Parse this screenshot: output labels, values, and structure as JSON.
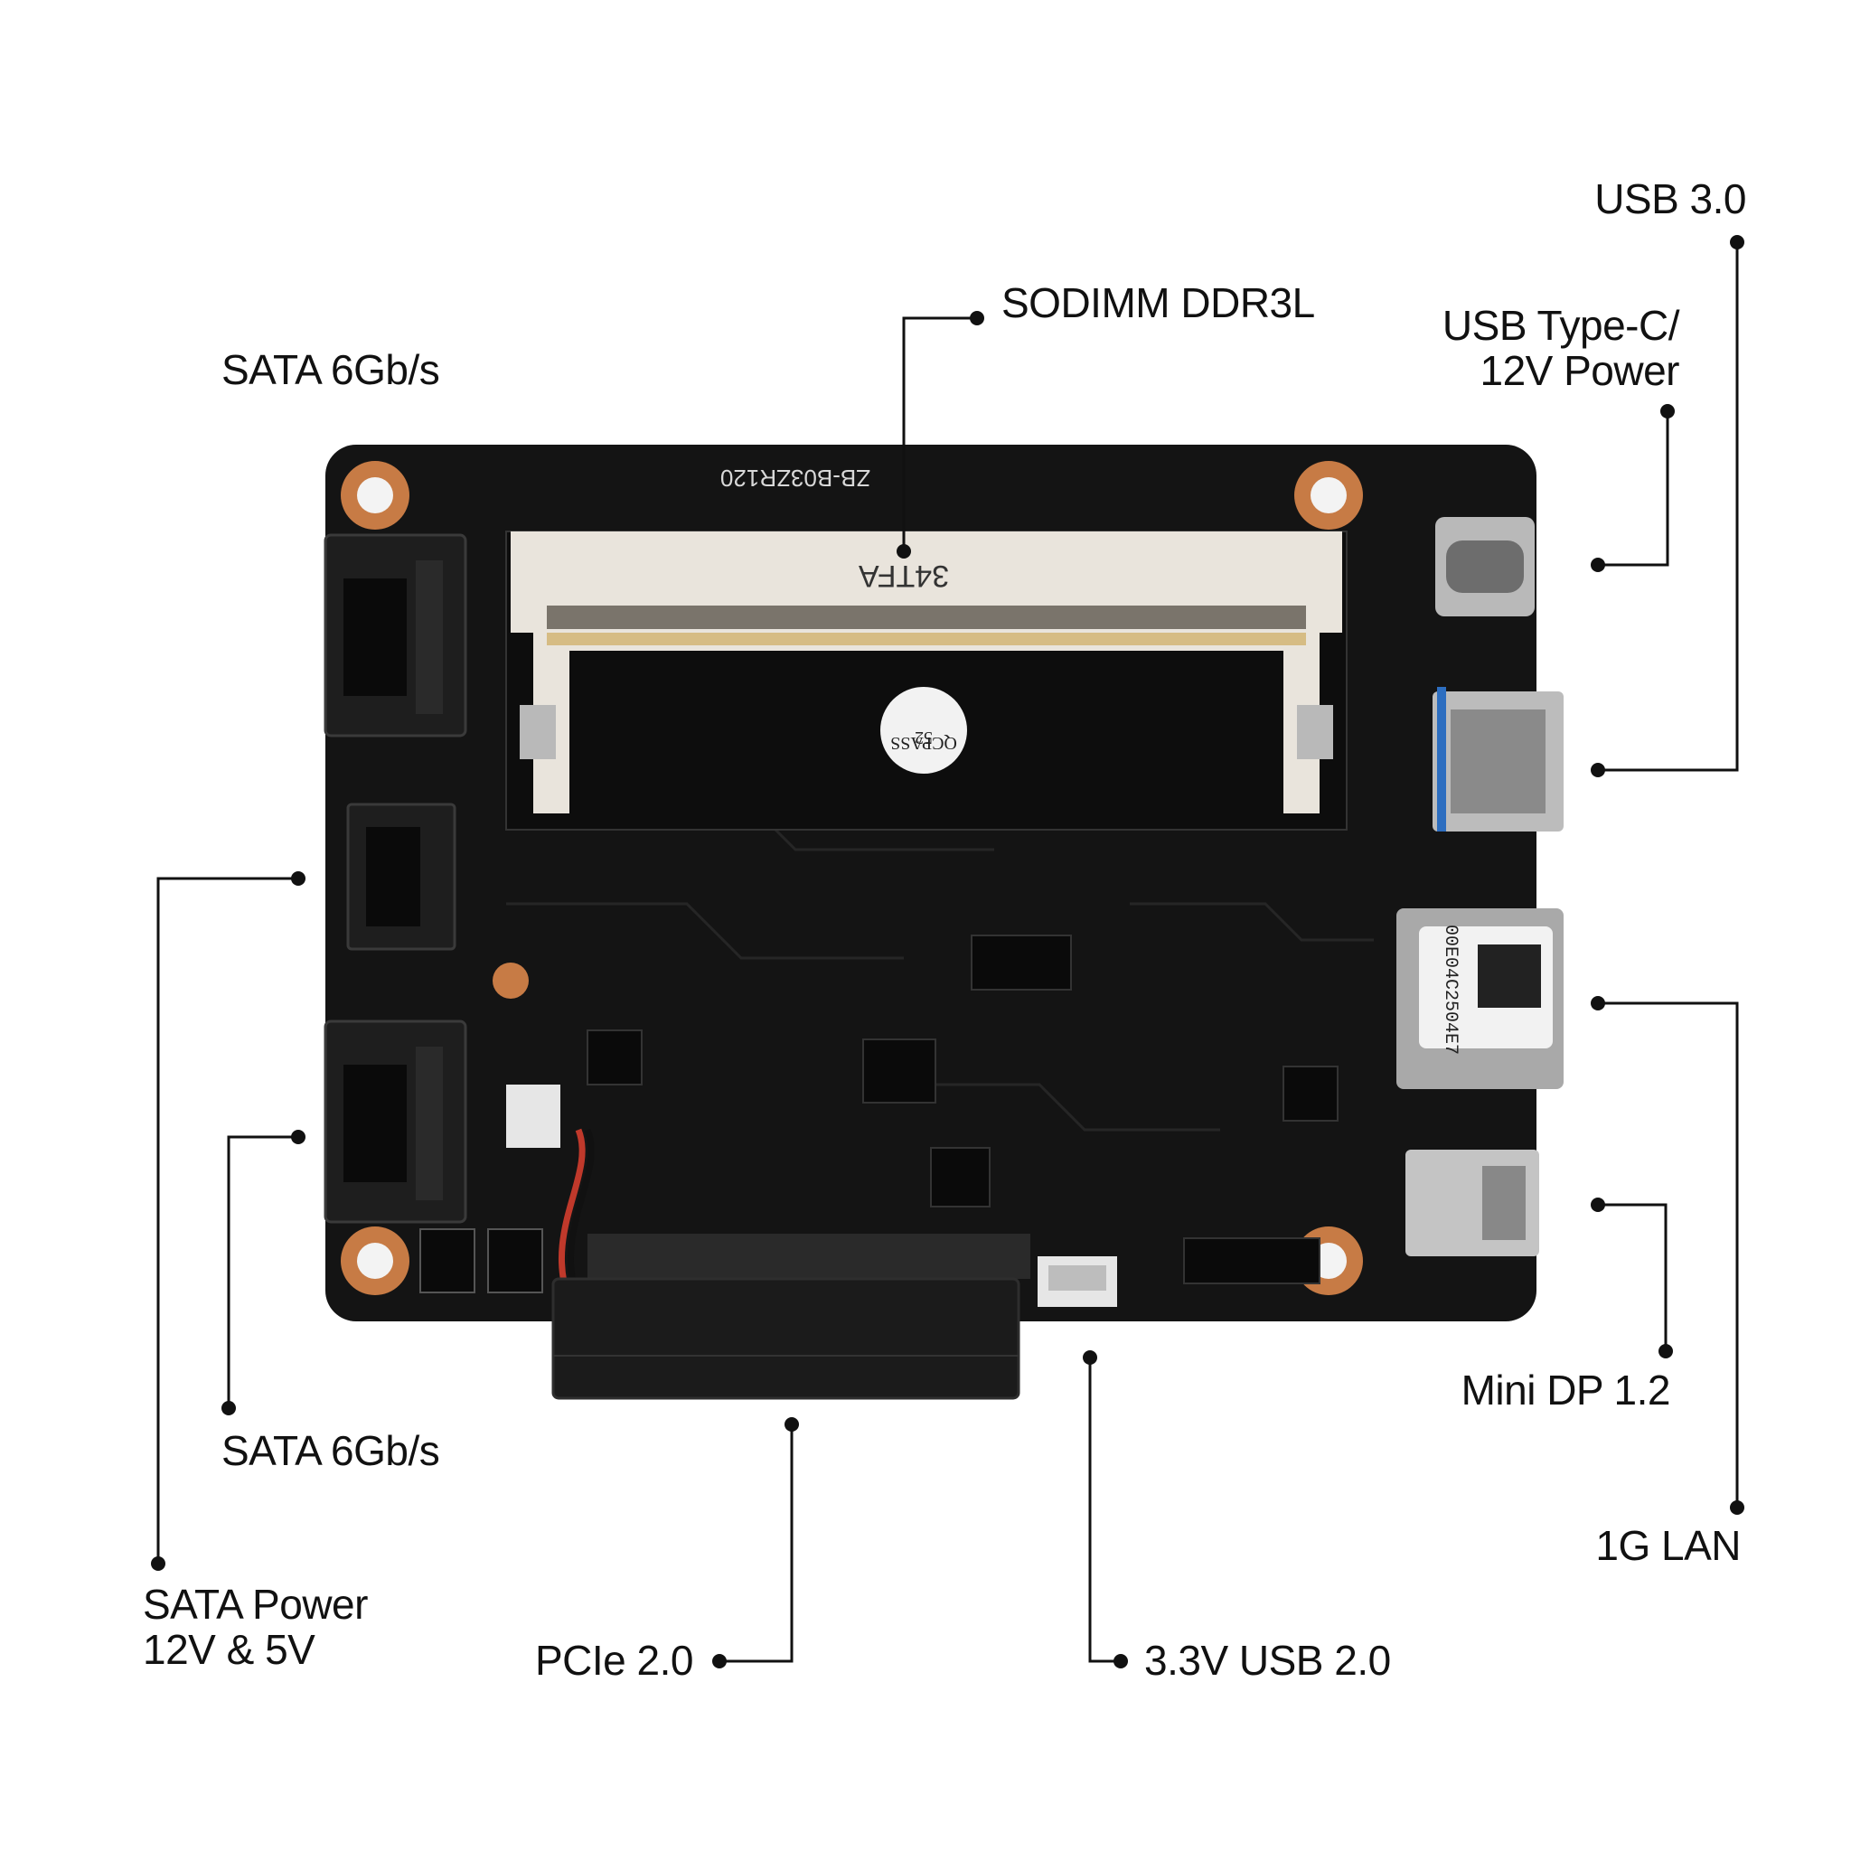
{
  "diagram": {
    "colors": {
      "background": "#ffffff",
      "pcb": "#141414",
      "mounting_hole": "#c77b45",
      "socket": "#e9e4dc",
      "connector": "#1e1e1e",
      "metal": "#b9b9b9",
      "leader_line": "#111111"
    },
    "callouts": {
      "usb30": "USB 3.0",
      "usbc": [
        "USB Type-C/",
        "12V Power"
      ],
      "sodimm": "SODIMM DDR3L",
      "sata_top": "SATA 6Gb/s",
      "sata_bottom": "SATA 6Gb/s",
      "sata_power": [
        "SATA Power",
        "12V & 5V"
      ],
      "pcie": "PCIe 2.0",
      "usb20": "3.3V USB 2.0",
      "minidp": "Mini DP 1.2",
      "lan": "1G LAN"
    },
    "board_markings": {
      "model": "ZB-B03ZR120",
      "socket_print": "34TFA",
      "qc_sticker": "QCPASS",
      "qc_number": "52",
      "mac_label": "00E04C2504E7"
    }
  }
}
